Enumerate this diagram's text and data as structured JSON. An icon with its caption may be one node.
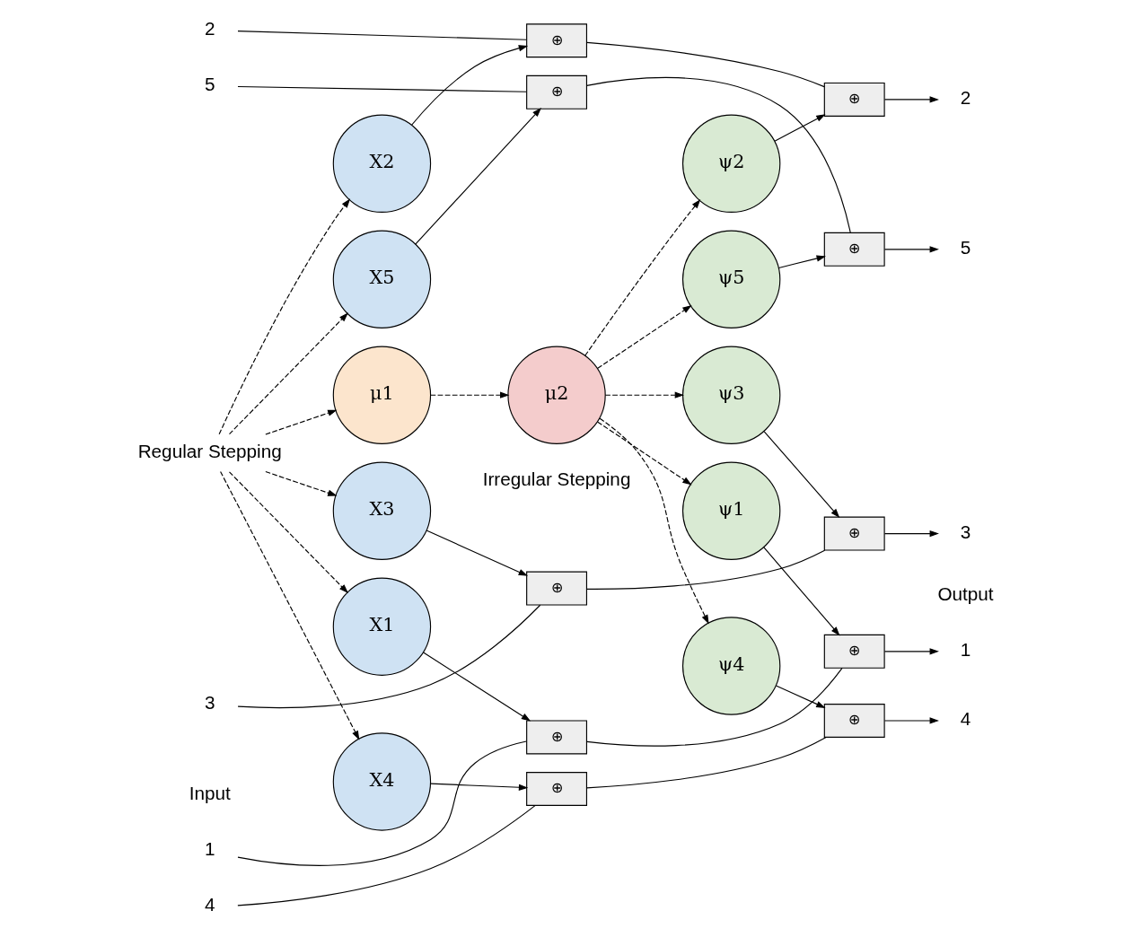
{
  "diagram": {
    "nodes": [
      {
        "text": [
          "1"
        ]
      },
      {
        "text": [
          "2"
        ]
      },
      {
        "text": [
          "3"
        ]
      },
      {
        "text": [
          "4"
        ]
      },
      {
        "text": [
          "5"
        ]
      },
      {
        "text": [
          "X1"
        ]
      },
      {
        "text": [
          "X2"
        ]
      },
      {
        "text": [
          "X3"
        ]
      },
      {
        "text": [
          "X4"
        ]
      },
      {
        "text": [
          "X5"
        ]
      },
      {
        "text": [
          "⊕"
        ]
      },
      {
        "text": [
          "⊕"
        ]
      },
      {
        "text": [
          "⊕"
        ]
      },
      {
        "text": [
          "⊕"
        ]
      },
      {
        "text": [
          "⊕"
        ]
      },
      {
        "text": [
          "ψ1"
        ]
      },
      {
        "text": [
          "ψ2"
        ]
      },
      {
        "text": [
          "ψ3"
        ]
      },
      {
        "text": [
          "ψ4"
        ]
      },
      {
        "text": [
          "ψ5"
        ]
      },
      {
        "text": [
          "⊕"
        ]
      },
      {
        "text": [
          "⊕"
        ]
      },
      {
        "text": [
          "⊕"
        ]
      },
      {
        "text": [
          "⊕"
        ]
      },
      {
        "text": [
          "⊕"
        ]
      },
      {
        "text": [
          "1"
        ]
      },
      {
        "text": [
          "2"
        ]
      },
      {
        "text": [
          "3"
        ]
      },
      {
        "text": [
          "4"
        ]
      },
      {
        "text": [
          "5"
        ]
      },
      {
        "text": [
          "Regular Stepping"
        ]
      },
      {
        "text": [
          "μ1"
        ]
      },
      {
        "text": [
          "μ2"
        ]
      }
    ],
    "edges": [
      {
        "from": 0,
        "to": 10,
        "arrow": "none"
      },
      {
        "from": 1,
        "to": 11,
        "arrow": "none"
      },
      {
        "from": 2,
        "to": 12,
        "arrow": "none"
      },
      {
        "from": 3,
        "to": 13,
        "arrow": "none"
      },
      {
        "from": 4,
        "to": 14,
        "arrow": "none"
      },
      {
        "from": 5,
        "to": 10,
        "arrow": "to"
      },
      {
        "from": 6,
        "to": 11,
        "arrow": "to"
      },
      {
        "from": 7,
        "to": 12,
        "arrow": "to"
      },
      {
        "from": 8,
        "to": 13,
        "arrow": "to"
      },
      {
        "from": 9,
        "to": 14,
        "arrow": "to"
      },
      {
        "from": 10,
        "to": 20,
        "arrow": "none"
      },
      {
        "from": 11,
        "to": 21,
        "arrow": "none"
      },
      {
        "from": 12,
        "to": 22,
        "arrow": "none"
      },
      {
        "from": 13,
        "to": 23,
        "arrow": "none"
      },
      {
        "from": 14,
        "to": 24,
        "arrow": "none"
      },
      {
        "from": 15,
        "to": 20,
        "arrow": "to"
      },
      {
        "from": 16,
        "to": 21,
        "arrow": "to"
      },
      {
        "from": 17,
        "to": 22,
        "arrow": "to"
      },
      {
        "from": 18,
        "to": 23,
        "arrow": "to"
      },
      {
        "from": 19,
        "to": 24,
        "arrow": "to"
      },
      {
        "from": 20,
        "to": 25,
        "arrow": "to"
      },
      {
        "from": 21,
        "to": 26,
        "arrow": "to"
      },
      {
        "from": 22,
        "to": 27,
        "arrow": "to"
      },
      {
        "from": 23,
        "to": 28,
        "arrow": "to"
      },
      {
        "from": 24,
        "to": 29,
        "arrow": "to"
      },
      {
        "from": 30,
        "to": 5,
        "arrow": "to",
        "style": "dashed"
      },
      {
        "from": 30,
        "to": 6,
        "arrow": "to",
        "style": "dashed"
      },
      {
        "from": 30,
        "to": 7,
        "arrow": "to",
        "style": "dashed"
      },
      {
        "from": 30,
        "to": 8,
        "arrow": "to",
        "style": "dashed"
      },
      {
        "from": 30,
        "to": 9,
        "arrow": "to",
        "style": "dashed"
      },
      {
        "from": 30,
        "to": 31,
        "arrow": "to",
        "style": "dashed"
      },
      {
        "from": 31,
        "to": 32,
        "arrow": "to",
        "style": "dashed"
      },
      {
        "from": 32,
        "to": 15,
        "arrow": "to",
        "style": "dashed"
      },
      {
        "from": 32,
        "to": 16,
        "arrow": "to",
        "style": "dashed"
      },
      {
        "from": 32,
        "to": 17,
        "arrow": "to",
        "style": "dashed"
      },
      {
        "from": 32,
        "to": 18,
        "arrow": "to",
        "style": "dashed"
      },
      {
        "from": 32,
        "to": 19,
        "arrow": "to",
        "style": "dashed"
      }
    ],
    "labels": [
      "Input",
      "Output",
      "Irregular Stepping"
    ]
  }
}
